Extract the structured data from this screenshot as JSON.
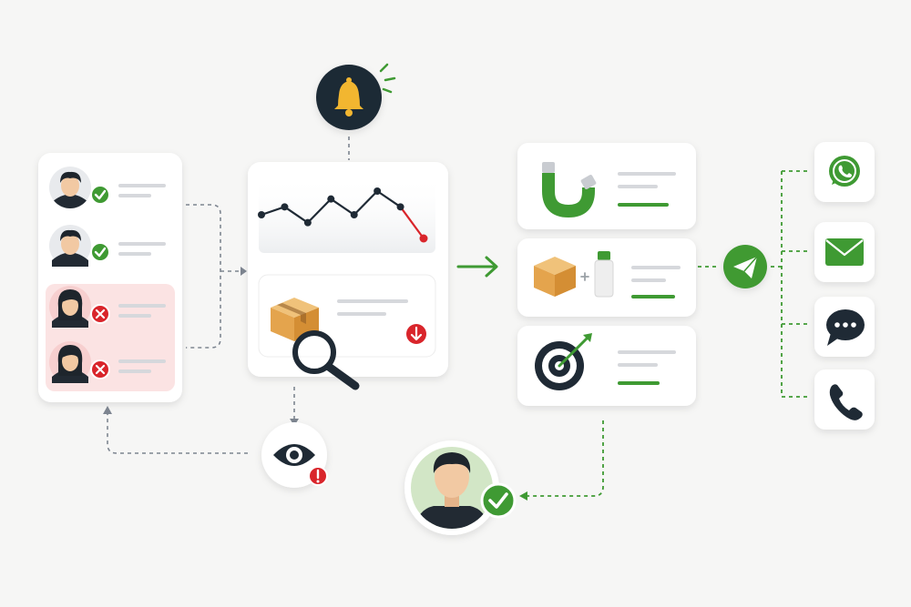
{
  "colors": {
    "background": "#f6f6f5",
    "card": "#ffffff",
    "accent_green": "#3f9a33",
    "alert_red": "#d9252b",
    "bell_yellow": "#f2b630",
    "dark_navy": "#1f2a35",
    "placeholder_gray": "#d6d8dc",
    "flagged_pink": "#fbe3e3"
  },
  "customer_list": {
    "items": [
      {
        "status": "check-icon"
      },
      {
        "status": "check-icon"
      },
      {
        "status": "x-icon"
      },
      {
        "status": "x-icon"
      }
    ]
  },
  "icons": {
    "alert": "bell-icon",
    "monitor": "eye-icon",
    "search": "magnifier-icon",
    "decline": "down-arrow-icon",
    "attract": "magnet-icon",
    "bundle": "box-plus-bottle-icon",
    "target": "target-icon",
    "send": "send-icon",
    "channels": [
      "whatsapp-icon",
      "mail-icon",
      "chat-icon",
      "phone-icon"
    ],
    "result": "retained-customer-avatar"
  },
  "trend": {
    "values": [
      5,
      6,
      4,
      7,
      5,
      8,
      6,
      2
    ]
  }
}
